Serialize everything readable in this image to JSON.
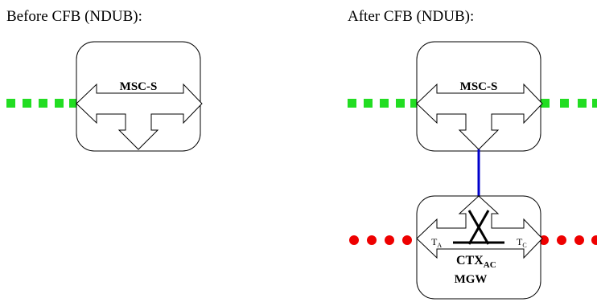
{
  "before": {
    "heading": "Before CFB (NDUB):",
    "node_label": "MSC-S"
  },
  "after": {
    "heading": "After CFB (NDUB):",
    "msc_label": "MSC-S",
    "mgw_label": "MGW",
    "ctx_main": "CTX",
    "ctx_sub": "AC",
    "ta_main": "T",
    "ta_sub": "A",
    "tc_main": "T",
    "tc_sub": "C"
  },
  "colors": {
    "signaling_dots": "#22dd22",
    "bearer_dots": "#ee0000",
    "control_link": "#0000cc",
    "outline": "#000000"
  }
}
